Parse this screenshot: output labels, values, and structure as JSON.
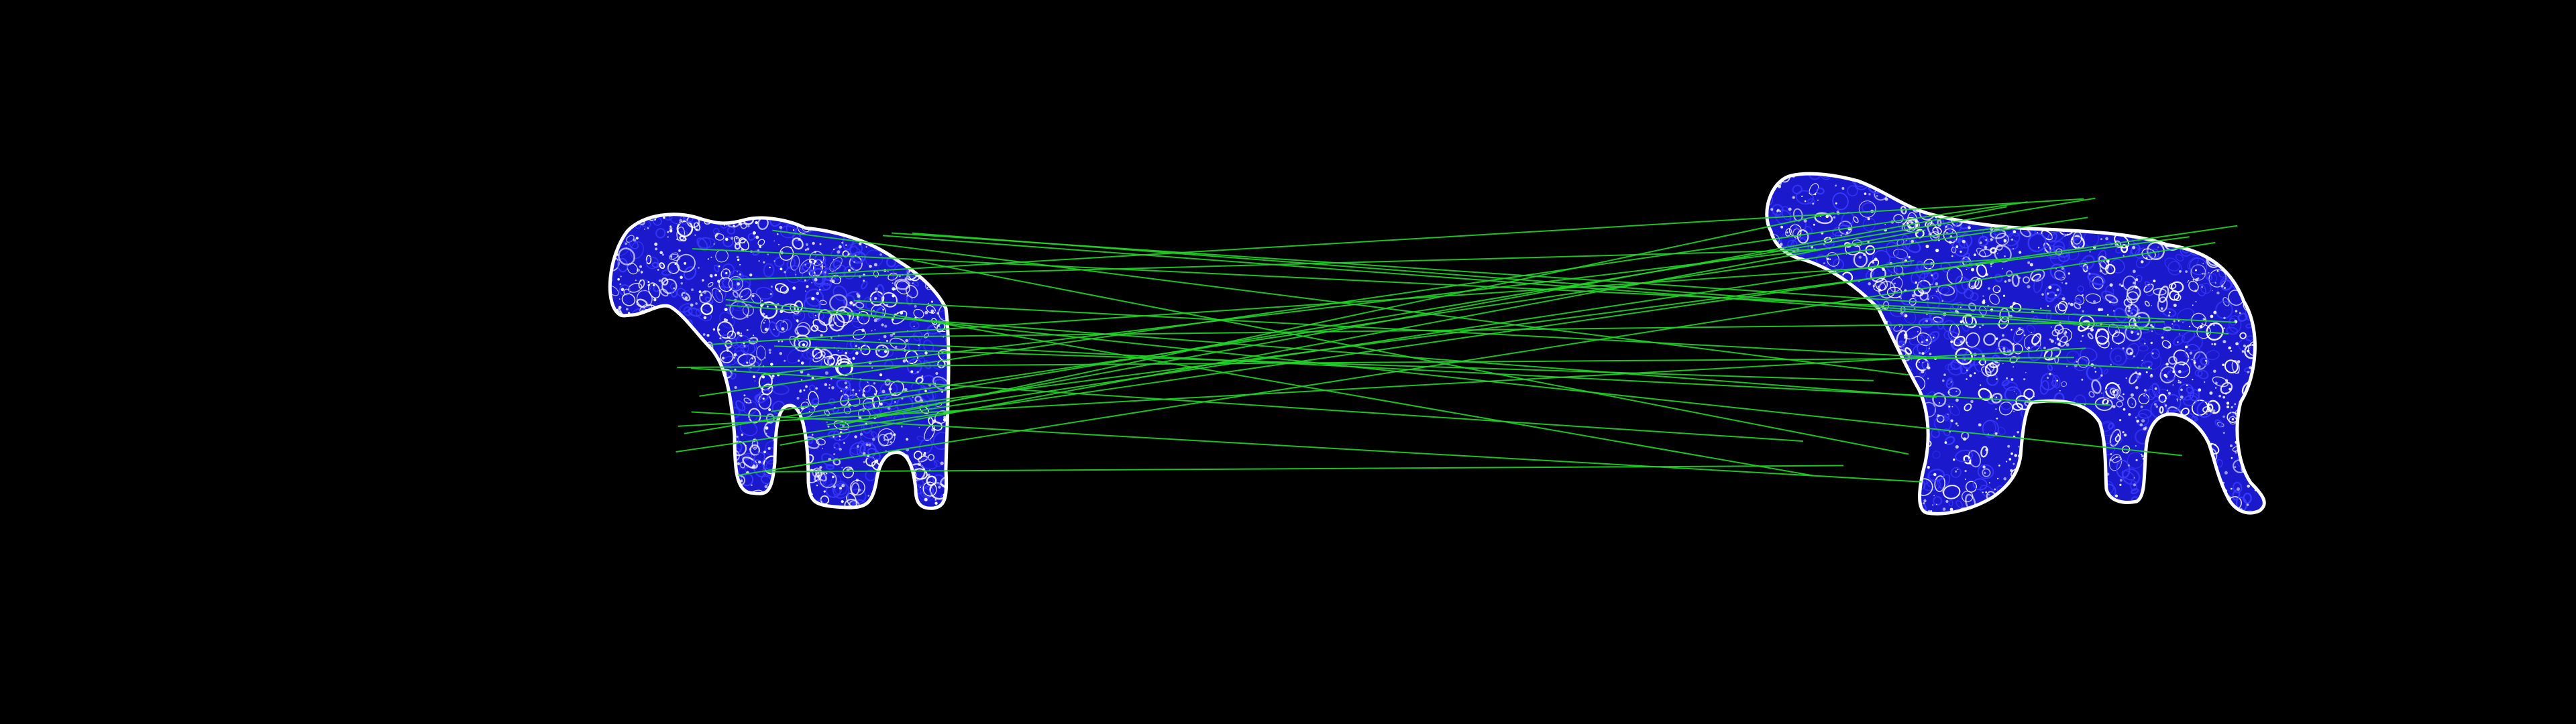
{
  "scene": {
    "background_color": "#000000",
    "outline_color": "#ffffff",
    "fill_color": "#1a1acc",
    "feature_color": "#3b3bff",
    "speckle_color": "#ffffff",
    "match_line_color": "#22d628"
  },
  "figures": [
    {
      "name": "left-elephant-silhouette"
    },
    {
      "name": "right-elephant-silhouette"
    }
  ],
  "matches": {
    "count": 32
  }
}
